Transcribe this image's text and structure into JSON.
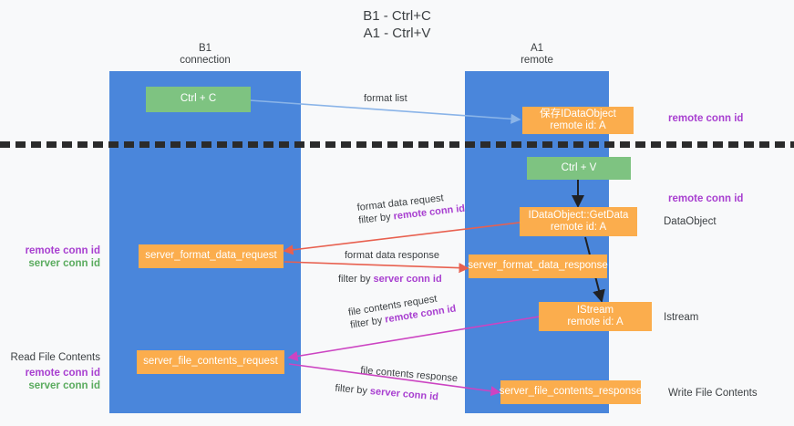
{
  "title": {
    "line1": "B1 - Ctrl+C",
    "line2": "A1 - Ctrl+V"
  },
  "columns": {
    "left": {
      "name": "B1",
      "role": "connection"
    },
    "right": {
      "name": "A1",
      "role": "remote"
    }
  },
  "colors": {
    "lane": "#4a86db",
    "node_green": "#7ec381",
    "node_orange": "#fbad4d",
    "remote_conn_id": "#a83fd0",
    "server_conn_id": "#5aab5e",
    "arrow_blue": "#8ab4e8",
    "arrow_red": "#e8604f",
    "arrow_magenta": "#cc44c2",
    "arrow_black": "#202124",
    "divider": "#2b2b2b",
    "background": "#f8f9fa"
  },
  "nodes": {
    "ctrl_c": {
      "label": "Ctrl + C"
    },
    "save_idataobject": {
      "line1": "保存IDataObject",
      "line2": "remote id: A"
    },
    "ctrl_v": {
      "label": "Ctrl + V"
    },
    "getdata": {
      "line1": "IDataObject::GetData",
      "line2": "remote id: A"
    },
    "server_format_data_request": {
      "label": "server_format_data_request"
    },
    "server_format_data_response": {
      "label": "server_format_data_response"
    },
    "istream": {
      "line1": "IStream",
      "line2": "remote id: A"
    },
    "server_file_contents_request": {
      "label": "server_file_contents_request"
    },
    "server_file_contents_response": {
      "label": "server_file_contents_response"
    }
  },
  "edges": {
    "format_list": {
      "label": "format list"
    },
    "format_data_request": {
      "label": "format data request",
      "filter_prefix": "filter by ",
      "filter_key": "remote conn id"
    },
    "format_data_response": {
      "label": "format data response",
      "filter_prefix": "filter by ",
      "filter_key": "server conn id"
    },
    "file_contents_request": {
      "label": "file contents request",
      "filter_prefix": "filter by ",
      "filter_key": "remote conn id"
    },
    "file_contents_response": {
      "label": "file contents response",
      "filter_prefix": "filter by ",
      "filter_key": "server conn id"
    }
  },
  "annotations": {
    "right_top_remote_conn_id": "remote conn id",
    "right_mid_remote_conn_id": "remote conn id",
    "right_dataobject": "DataObject",
    "right_istream": "Istream",
    "right_write_file_contents": "Write File Contents",
    "left_mid_remote_conn_id": "remote conn id",
    "left_mid_server_conn_id": "server conn id",
    "left_read_file_contents": "Read File Contents",
    "left_bot_remote_conn_id": "remote conn id",
    "left_bot_server_conn_id": "server conn id"
  }
}
